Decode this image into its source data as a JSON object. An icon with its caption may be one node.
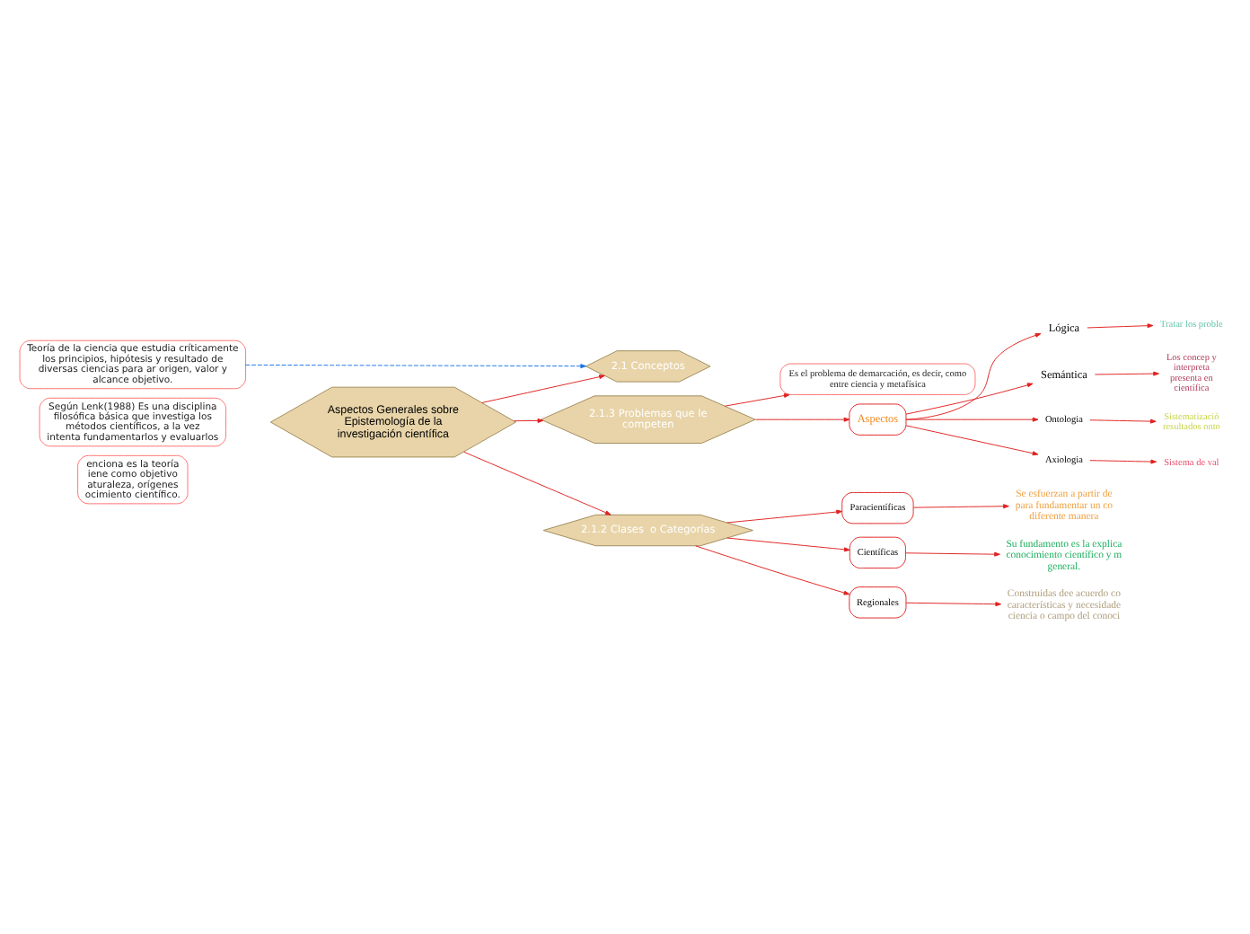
{
  "diagram": {
    "nodes": [
      {
        "text": [
          "Aspectos Generales sobre Epistemología de la investigación científica"
        ]
      },
      {
        "text": [
          "2.1.3 Problemas que le competen"
        ]
      },
      {
        "text": [
          "Según Lenk(1988) Es una disciplina filosófica básica que investiga los métodos científicos, a la vez intenta fundamentarlos y evaluarlos"
        ]
      },
      {
        "text": [
          "2.1 Conceptos"
        ]
      },
      {
        "text": [
          "enciona es la teoría iene como objetivo aturaleza, orígenes ocimiento científico."
        ]
      },
      {
        "text": [
          "Teoría de la ciencia que estudia críticamente los principios, hipótesis y resultado de diversas ciencias para ar origen, valor y alcance objetivo."
        ]
      },
      {
        "text": [
          "2.1.2 Clases  o Categorías"
        ]
      },
      {
        "text": [
          "Es el problema de demarcación, es decir, como entre ciencia y metafísica"
        ]
      },
      {
        "text": [
          "Aspectos"
        ]
      },
      {
        "text": [
          "Lógica"
        ]
      },
      {
        "text": [
          "Tratar los proble"
        ]
      },
      {
        "text": [
          "Semántica"
        ]
      },
      {
        "text": [
          "Los concep y interpreta presenta en científica"
        ]
      },
      {
        "text": [
          "Ontologia"
        ]
      },
      {
        "text": [
          "Sistematizació resultados onto"
        ]
      },
      {
        "text": [
          "Axiologia"
        ]
      },
      {
        "text": [
          "Sistema de val"
        ]
      },
      {
        "text": [
          "Paracientíficas"
        ]
      },
      {
        "text": [
          "Se esfuerzan a partir de para fundamentar un co diferente manera"
        ]
      },
      {
        "text": [
          "Científicas"
        ]
      },
      {
        "text": [
          "Su fundamento es la explica conocimiento científico y m general."
        ]
      },
      {
        "text": [
          "Regionales"
        ]
      },
      {
        "text": [
          "Construidas dee acuerdo co características y necesidade ciencia o campo del conoci"
        ]
      }
    ],
    "edges": [
      {
        "from": 0,
        "to": 1,
        "arrow": "to"
      },
      {
        "from": 0,
        "to": 3,
        "arrow": "to"
      },
      {
        "from": 0,
        "to": 6,
        "arrow": "to"
      },
      {
        "from": 5,
        "to": 3,
        "arrow": "to",
        "style": "dashed",
        "color": "#1a73e8"
      },
      {
        "from": 1,
        "to": 7,
        "arrow": "to"
      },
      {
        "from": 1,
        "to": 8,
        "arrow": "to"
      },
      {
        "from": 8,
        "to": 9,
        "arrow": "to"
      },
      {
        "from": 8,
        "to": 11,
        "arrow": "to"
      },
      {
        "from": 8,
        "to": 13,
        "arrow": "to"
      },
      {
        "from": 8,
        "to": 15,
        "arrow": "to"
      },
      {
        "from": 9,
        "to": 10,
        "arrow": "to"
      },
      {
        "from": 11,
        "to": 12,
        "arrow": "to"
      },
      {
        "from": 13,
        "to": 14,
        "arrow": "to"
      },
      {
        "from": 15,
        "to": 16,
        "arrow": "to"
      },
      {
        "from": 6,
        "to": 17,
        "arrow": "to"
      },
      {
        "from": 6,
        "to": 19,
        "arrow": "to"
      },
      {
        "from": 6,
        "to": 21,
        "arrow": "to"
      },
      {
        "from": 17,
        "to": 18,
        "arrow": "to"
      },
      {
        "from": 19,
        "to": 20,
        "arrow": "to"
      },
      {
        "from": 21,
        "to": 22,
        "arrow": "to"
      }
    ]
  }
}
